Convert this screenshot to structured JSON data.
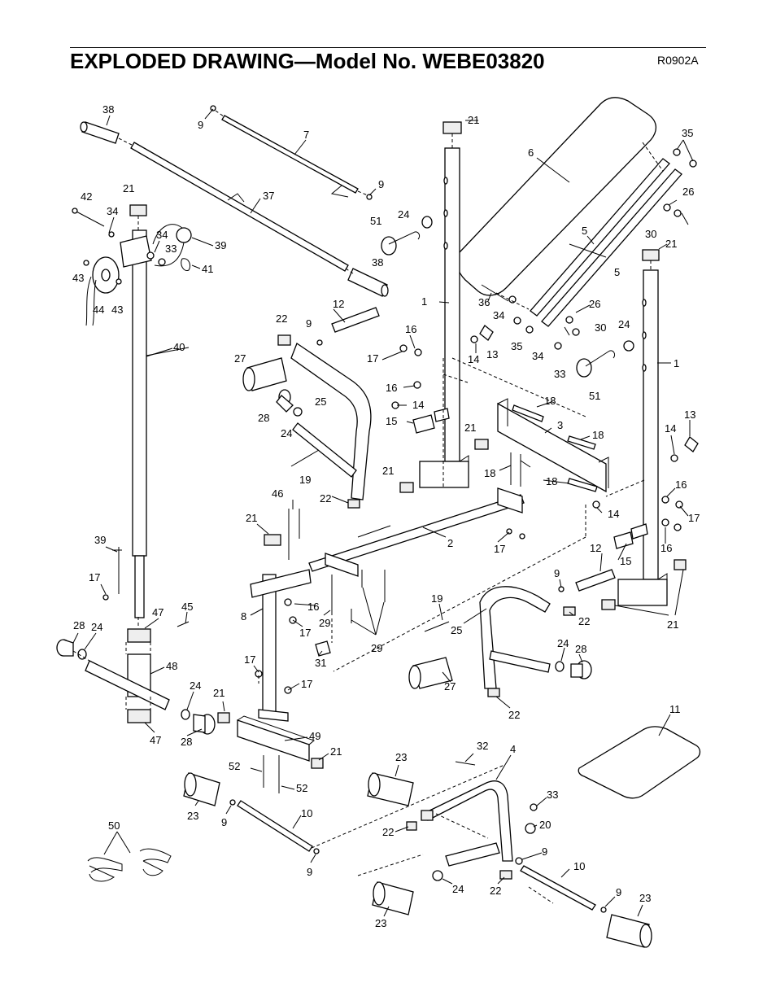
{
  "header": {
    "title": "EXPLODED DRAWING—Model No. WEBE03820",
    "code": "R0902A"
  },
  "labels": [
    {
      "id": "l1",
      "text": "38"
    },
    {
      "id": "l2",
      "text": "9"
    },
    {
      "id": "l3",
      "text": "7"
    },
    {
      "id": "l4",
      "text": "9"
    },
    {
      "id": "l5",
      "text": "37"
    },
    {
      "id": "l6",
      "text": "42"
    },
    {
      "id": "l7",
      "text": "21"
    },
    {
      "id": "l8",
      "text": "34"
    },
    {
      "id": "l9",
      "text": "34"
    },
    {
      "id": "l10",
      "text": "33"
    },
    {
      "id": "l11",
      "text": "39"
    },
    {
      "id": "l12",
      "text": "41"
    },
    {
      "id": "l13",
      "text": "43"
    },
    {
      "id": "l14",
      "text": "44"
    },
    {
      "id": "l15",
      "text": "43"
    },
    {
      "id": "l16",
      "text": "38"
    },
    {
      "id": "l17",
      "text": "21"
    },
    {
      "id": "l18",
      "text": "6"
    },
    {
      "id": "l19",
      "text": "35"
    },
    {
      "id": "l20",
      "text": "26"
    },
    {
      "id": "l21",
      "text": "24"
    },
    {
      "id": "l22",
      "text": "51"
    },
    {
      "id": "l23",
      "text": "5"
    },
    {
      "id": "l24",
      "text": "30"
    },
    {
      "id": "l25",
      "text": "21"
    },
    {
      "id": "l26",
      "text": "5"
    },
    {
      "id": "l27",
      "text": "1"
    },
    {
      "id": "l28",
      "text": "36"
    },
    {
      "id": "l29",
      "text": "34"
    },
    {
      "id": "l30",
      "text": "26"
    },
    {
      "id": "l31",
      "text": "30"
    },
    {
      "id": "l32",
      "text": "24"
    },
    {
      "id": "l33",
      "text": "35"
    },
    {
      "id": "l34",
      "text": "34"
    },
    {
      "id": "l35",
      "text": "33"
    },
    {
      "id": "l36",
      "text": "1"
    },
    {
      "id": "l37",
      "text": "51"
    },
    {
      "id": "l38",
      "text": "12"
    },
    {
      "id": "l39",
      "text": "9"
    },
    {
      "id": "l40",
      "text": "22"
    },
    {
      "id": "l41",
      "text": "16"
    },
    {
      "id": "l42",
      "text": "17"
    },
    {
      "id": "l43",
      "text": "14"
    },
    {
      "id": "l44",
      "text": "13"
    },
    {
      "id": "l45",
      "text": "40"
    },
    {
      "id": "l46",
      "text": "27"
    },
    {
      "id": "l47",
      "text": "16"
    },
    {
      "id": "l48",
      "text": "14"
    },
    {
      "id": "l49",
      "text": "25"
    },
    {
      "id": "l50",
      "text": "15"
    },
    {
      "id": "l51",
      "text": "28"
    },
    {
      "id": "l52",
      "text": "24"
    },
    {
      "id": "l53",
      "text": "18"
    },
    {
      "id": "l54",
      "text": "3"
    },
    {
      "id": "l55",
      "text": "21"
    },
    {
      "id": "l56",
      "text": "18"
    },
    {
      "id": "l57",
      "text": "13"
    },
    {
      "id": "l58",
      "text": "14"
    },
    {
      "id": "l59",
      "text": "19"
    },
    {
      "id": "l60",
      "text": "21"
    },
    {
      "id": "l61",
      "text": "18"
    },
    {
      "id": "l62",
      "text": "18"
    },
    {
      "id": "l63",
      "text": "16"
    },
    {
      "id": "l64",
      "text": "46"
    },
    {
      "id": "l65",
      "text": "22"
    },
    {
      "id": "l66",
      "text": "14"
    },
    {
      "id": "l67",
      "text": "17"
    },
    {
      "id": "l68",
      "text": "21"
    },
    {
      "id": "l69",
      "text": "2"
    },
    {
      "id": "l70",
      "text": "16"
    },
    {
      "id": "l71",
      "text": "12"
    },
    {
      "id": "l72",
      "text": "17"
    },
    {
      "id": "l73",
      "text": "15"
    },
    {
      "id": "l74",
      "text": "39"
    },
    {
      "id": "l75",
      "text": "17"
    },
    {
      "id": "l76",
      "text": "9"
    },
    {
      "id": "l77",
      "text": "47"
    },
    {
      "id": "l78",
      "text": "45"
    },
    {
      "id": "l79",
      "text": "16"
    },
    {
      "id": "l80",
      "text": "8"
    },
    {
      "id": "l81",
      "text": "29"
    },
    {
      "id": "l82",
      "text": "19"
    },
    {
      "id": "l83",
      "text": "22"
    },
    {
      "id": "l84",
      "text": "21"
    },
    {
      "id": "l85",
      "text": "28"
    },
    {
      "id": "l86",
      "text": "24"
    },
    {
      "id": "l87",
      "text": "17"
    },
    {
      "id": "l88",
      "text": "25"
    },
    {
      "id": "l89",
      "text": "29"
    },
    {
      "id": "l90",
      "text": "48"
    },
    {
      "id": "l91",
      "text": "31"
    },
    {
      "id": "l92",
      "text": "17"
    },
    {
      "id": "l93",
      "text": "24"
    },
    {
      "id": "l94",
      "text": "28"
    },
    {
      "id": "l95",
      "text": "17"
    },
    {
      "id": "l96",
      "text": "27"
    },
    {
      "id": "l97",
      "text": "24"
    },
    {
      "id": "l98",
      "text": "21"
    },
    {
      "id": "l99",
      "text": "22"
    },
    {
      "id": "l100",
      "text": "11"
    },
    {
      "id": "l101",
      "text": "47"
    },
    {
      "id": "l102",
      "text": "28"
    },
    {
      "id": "l103",
      "text": "49"
    },
    {
      "id": "l104",
      "text": "21"
    },
    {
      "id": "l105",
      "text": "32"
    },
    {
      "id": "l106",
      "text": "4"
    },
    {
      "id": "l107",
      "text": "52"
    },
    {
      "id": "l108",
      "text": "23"
    },
    {
      "id": "l109",
      "text": "52"
    },
    {
      "id": "l110",
      "text": "23"
    },
    {
      "id": "l111",
      "text": "33"
    },
    {
      "id": "l112",
      "text": "10"
    },
    {
      "id": "l113",
      "text": "9"
    },
    {
      "id": "l114",
      "text": "50"
    },
    {
      "id": "l115",
      "text": "22"
    },
    {
      "id": "l116",
      "text": "20"
    },
    {
      "id": "l117",
      "text": "9"
    },
    {
      "id": "l118",
      "text": "9"
    },
    {
      "id": "l119",
      "text": "10"
    },
    {
      "id": "l120",
      "text": "24"
    },
    {
      "id": "l121",
      "text": "22"
    },
    {
      "id": "l122",
      "text": "9"
    },
    {
      "id": "l123",
      "text": "23"
    },
    {
      "id": "l124",
      "text": "23"
    }
  ]
}
